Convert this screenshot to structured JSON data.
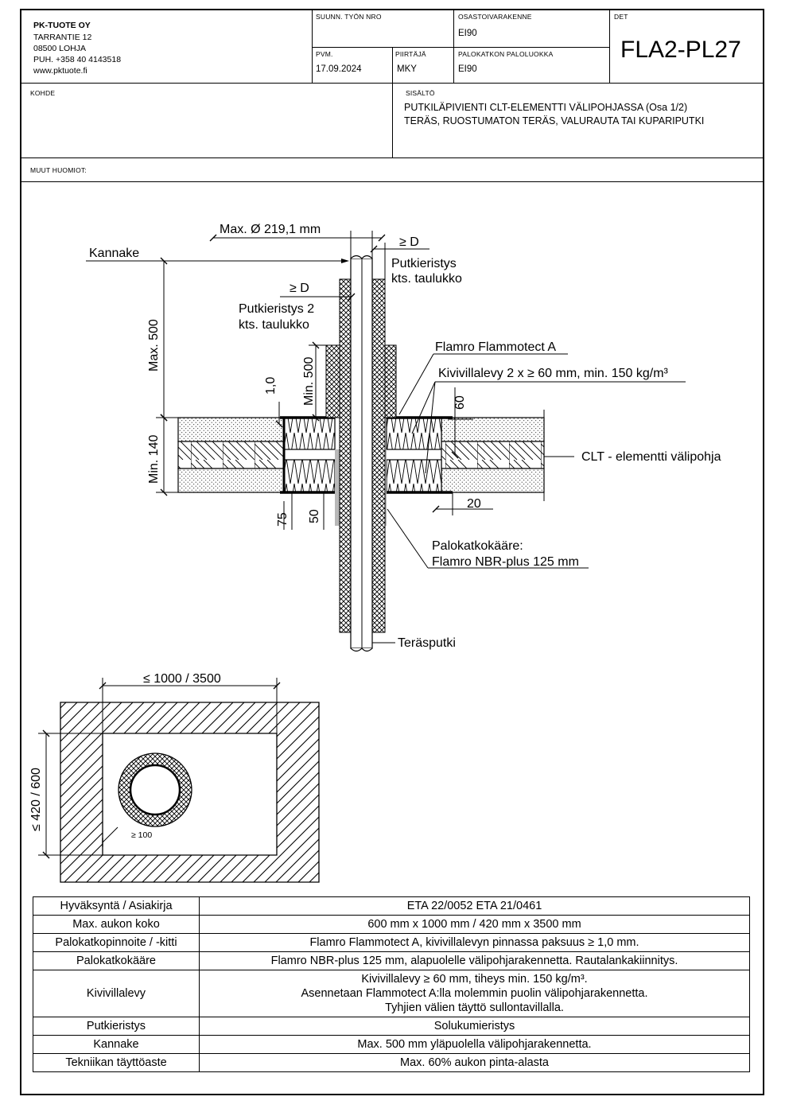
{
  "company": {
    "name": "PK-TUOTE OY",
    "street": "TARRANTIE 12",
    "postal": "08500 LOHJA",
    "phone": "PUH. +358 40 4143518",
    "web": "www.pktuote.fi"
  },
  "header": {
    "suunn_label": "SUUNN. TYÖN NRO",
    "suunn_value": "",
    "osasto_label": "OSASTOIVARAKENNE",
    "osasto_value": "EI90",
    "det_label": "DET",
    "det_value": "FLA2-PL27",
    "pvm_label": "PVM.",
    "pvm_value": "17.09.2024",
    "piirtaja_label": "PIIRTÄJÄ",
    "piirtaja_value": "MKY",
    "paloluokka_label": "PALOKATKON PALOLUOKKA",
    "paloluokka_value": "EI90",
    "kohde_label": "KOHDE",
    "sisalto_label": "SISÄLTÖ",
    "sisalto_line1": "PUTKILÄPIVIENTI CLT-ELEMENTTI VÄLIPOHJASSA (Osa 1/2)",
    "sisalto_line2": "TERÄS, RUOSTUMATON TERÄS, VALURAUTA TAI KUPARIPUTKI",
    "muut_label": "MUUT HUOMIOT:"
  },
  "section_drawing": {
    "max_diameter": "Max. Ø 219,1 mm",
    "ge_d_top": "≥ D",
    "kannake": "Kannake",
    "putkieristys_1": "Putkieristys",
    "kts_taulukko_1": "kts. taulukko",
    "ge_d_left": "≥ D",
    "putkieristys_2": "Putkieristys 2",
    "kts_taulukko_2": "kts. taulukko",
    "max_500": "Max. 500",
    "min_500": "Min. 500",
    "thickness_1_0": "1,0",
    "flamro_flammotect": "Flamro Flammotect A",
    "kivivillalevy": "Kivivillalevy 2 x ≥ 60 mm, min. 150 kg/m³",
    "dim_60": "60",
    "clt": "CLT - elementti välipohja",
    "min_140": "Min. 140",
    "dim_75": "75",
    "dim_50": "50",
    "dim_20": "20",
    "palokatkokaare": "Palokatkokääre:",
    "flamro_nbr": "Flamro NBR-plus 125 mm",
    "terasputki": "Teräsputki"
  },
  "plan_drawing": {
    "width_dim": "≤ 1000 / 3500",
    "height_dim": "≤ 420 / 600",
    "edge_dim": "≥ 100"
  },
  "spec_table": [
    {
      "key": "Hyväksyntä / Asiakirja",
      "value": "ETA 22/0052 ETA 21/0461"
    },
    {
      "key": "Max. aukon koko",
      "value": "600 mm x 1000 mm / 420 mm x 3500 mm"
    },
    {
      "key": "Palokatkopinnoite / -kitti",
      "value": "Flamro Flammotect A, kivivillalevyn pinnassa paksuus ≥ 1,0 mm."
    },
    {
      "key": "Palokatkokääre",
      "value": "Flamro NBR-plus 125 mm, alapuolelle välipohjarakennetta. Rautalankakiinnitys."
    },
    {
      "key": "Kivivillalevy",
      "value_lines": [
        "Kivivillalevy ≥ 60 mm, tiheys min. 150 kg/m³.",
        "Asennetaan Flammotect A:lla molemmin puolin välipohjarakennetta.",
        "Tyhjien välien täyttö sullontavillalla."
      ]
    },
    {
      "key": "Putkieristys",
      "value": "Solukumieristys"
    },
    {
      "key": "Kannake",
      "value": "Max. 500 mm yläpuolella välipohjarakennetta."
    },
    {
      "key": "Tekniikan täyttöaste",
      "value": "Max. 60% aukon pinta-alasta"
    }
  ]
}
